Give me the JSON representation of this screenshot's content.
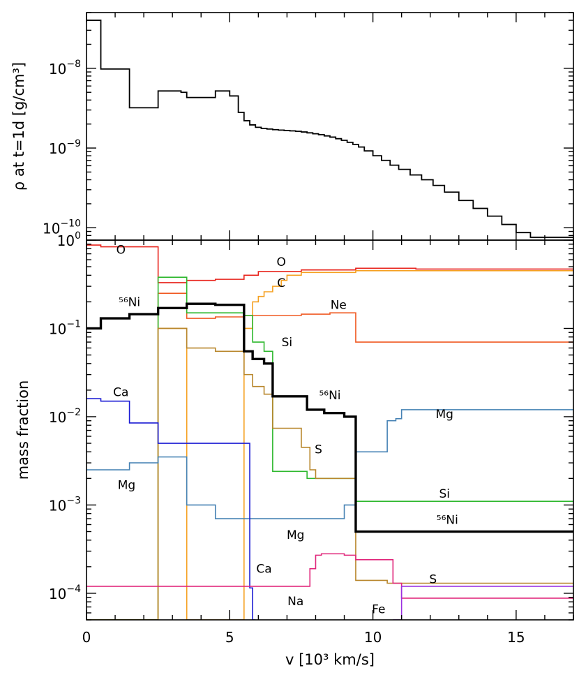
{
  "chart_data": [
    {
      "type": "line",
      "step": true,
      "ylabel": "ρ at t=1d [g/cm³]",
      "yscale": "log",
      "xlim": [
        0,
        17
      ],
      "ylim": [
        7e-11,
        5e-08
      ],
      "grid": false,
      "yticks": [
        {
          "value": 1e-10,
          "label": "10",
          "exp": "−10"
        },
        {
          "value": 1e-09,
          "label": "10",
          "exp": "−9"
        },
        {
          "value": 1e-08,
          "label": "10",
          "exp": "−8"
        }
      ],
      "series": [
        {
          "color": "#000000",
          "edges": [
            0,
            0.5,
            1.5,
            2.5,
            3.3,
            3.5,
            4.5,
            5.0,
            5.3,
            5.5,
            5.7,
            5.9,
            6.1,
            6.3,
            6.5,
            6.7,
            6.9,
            7.1,
            7.3,
            7.5,
            7.7,
            7.9,
            8.1,
            8.3,
            8.5,
            8.7,
            8.9,
            9.1,
            9.3,
            9.5,
            9.7,
            10.0,
            10.3,
            10.6,
            10.9,
            11.3,
            11.7,
            12.1,
            12.5,
            13.0,
            13.5,
            14.0,
            14.5,
            15.0,
            15.5,
            16.0
          ],
          "values": [
            4e-08,
            9.8e-09,
            3.2e-09,
            5.2e-09,
            5e-09,
            4.3e-09,
            5.2e-09,
            4.5e-09,
            2.8e-09,
            2.2e-09,
            1.95e-09,
            1.82e-09,
            1.76e-09,
            1.73e-09,
            1.7e-09,
            1.68e-09,
            1.66e-09,
            1.64e-09,
            1.62e-09,
            1.59e-09,
            1.55e-09,
            1.51e-09,
            1.47e-09,
            1.42e-09,
            1.37e-09,
            1.31e-09,
            1.25e-09,
            1.18e-09,
            1.11e-09,
            1.03e-09,
            9.2e-10,
            8e-10,
            7e-10,
            6.1e-10,
            5.4e-10,
            4.6e-10,
            4e-10,
            3.4e-10,
            2.8e-10,
            2.2e-10,
            1.75e-10,
            1.4e-10,
            1.1e-10,
            8.7e-11,
            7.6e-11,
            7.6e-11
          ],
          "end": 17
        }
      ]
    },
    {
      "type": "line",
      "step": true,
      "xlabel": "v [10³ km/s]",
      "ylabel": "mass fraction",
      "yscale": "log",
      "xlim": [
        0,
        17
      ],
      "ylim": [
        5e-05,
        1
      ],
      "grid": false,
      "xticks": [
        {
          "value": 0,
          "label": "0"
        },
        {
          "value": 5,
          "label": "5"
        },
        {
          "value": 10,
          "label": "10"
        },
        {
          "value": 15,
          "label": "15"
        }
      ],
      "yticks": [
        {
          "value": 0.0001,
          "label": "10",
          "exp": "−4"
        },
        {
          "value": 0.001,
          "label": "10",
          "exp": "−3"
        },
        {
          "value": 0.01,
          "label": "10",
          "exp": "−2"
        },
        {
          "value": 0.1,
          "label": "10",
          "exp": "−1"
        },
        {
          "value": 1,
          "label": "10",
          "exp": "0"
        }
      ],
      "series": [
        {
          "name": "O",
          "color": "#e8221a",
          "width": 1.6,
          "edges": [
            0,
            0.5,
            2.5,
            3.5,
            4.5,
            5.5,
            6.0,
            7.5,
            9.4,
            11.5
          ],
          "values": [
            0.88,
            0.84,
            0.33,
            0.35,
            0.36,
            0.4,
            0.44,
            0.46,
            0.48,
            0.47
          ],
          "end": 17
        },
        {
          "name": "C",
          "color": "#f5a020",
          "width": 1.6,
          "edges": [
            0,
            2.5,
            3.5,
            5.5,
            5.8,
            6.0,
            6.2,
            6.5,
            6.8,
            7.0,
            7.5,
            9.4
          ],
          "values": [
            0,
            0.1,
            1e-06,
            0.1,
            0.2,
            0.23,
            0.26,
            0.3,
            0.35,
            0.4,
            0.43,
            0.45
          ],
          "end": 17
        },
        {
          "name": "Ne",
          "color": "#f05a23",
          "width": 1.6,
          "edges": [
            0,
            2.5,
            3.5,
            4.5,
            5.5,
            7.5,
            8.5,
            9.4
          ],
          "values": [
            0,
            0.25,
            0.13,
            0.135,
            0.14,
            0.145,
            0.15,
            0.07
          ],
          "end": 17
        },
        {
          "name": "Si",
          "color": "#2eb82e",
          "width": 1.6,
          "edges": [
            0,
            2.5,
            3.5,
            5.5,
            5.8,
            6.2,
            6.5,
            7.7,
            9.4
          ],
          "values": [
            0,
            0.38,
            0.15,
            0.14,
            0.07,
            0.055,
            0.0024,
            0.002,
            0.0011
          ],
          "end": 17
        },
        {
          "name": "S",
          "color": "#b8862b",
          "width": 1.6,
          "edges": [
            0,
            2.5,
            3.5,
            4.5,
            5.5,
            5.8,
            6.2,
            6.5,
            7.5,
            7.8,
            8.0,
            9.4,
            10.5
          ],
          "values": [
            0,
            0.1,
            0.06,
            0.055,
            0.03,
            0.022,
            0.018,
            0.0074,
            0.0045,
            0.0025,
            0.002,
            0.00014,
            0.00013
          ],
          "end": 17
        },
        {
          "name": "Mg",
          "color": "#4682b4",
          "width": 1.6,
          "edges": [
            0,
            1.5,
            2.5,
            3.5,
            4.5,
            6.5,
            9.0,
            9.4,
            10.5,
            10.8,
            11.0
          ],
          "values": [
            0.0025,
            0.003,
            0.0035,
            0.001,
            0.0007,
            0.0007,
            0.001,
            0.004,
            0.009,
            0.0095,
            0.012
          ],
          "end": 17
        },
        {
          "name": "Ca",
          "color": "#1c1cd4",
          "width": 1.6,
          "edges": [
            0,
            0.5,
            1.5,
            2.5,
            5.7,
            5.8
          ],
          "values": [
            0.016,
            0.015,
            0.0085,
            0.005,
            0.000115,
            1e-07
          ],
          "end": 5.9
        },
        {
          "name": "Na",
          "color": "#e0257a",
          "width": 1.6,
          "edges": [
            0,
            4.5,
            7.8,
            8.0,
            8.2,
            9.0,
            9.4,
            10.7,
            11.0
          ],
          "values": [
            0.00012,
            0.00012,
            0.00019,
            0.00027,
            0.00028,
            0.00027,
            0.00024,
            0.00013,
            8.8e-05
          ],
          "end": 17
        },
        {
          "name": "Fe",
          "color": "#9a30e0",
          "width": 1.6,
          "edges": [
            10.7,
            11.0
          ],
          "values": [
            1e-07,
            0.00012
          ],
          "end": 17,
          "startAt": 10.7
        },
        {
          "name": "⁵⁶Ni",
          "color": "#000000",
          "width": 3.4,
          "edges": [
            0,
            0.5,
            1.5,
            2.5,
            3.5,
            4.5,
            5.5,
            5.8,
            6.2,
            6.5,
            7.7,
            8.3,
            9.0,
            9.4
          ],
          "values": [
            0.1,
            0.13,
            0.145,
            0.17,
            0.19,
            0.185,
            0.055,
            0.045,
            0.04,
            0.017,
            0.012,
            0.011,
            0.01,
            0.0005
          ],
          "end": 17
        }
      ],
      "annotations": [
        {
          "text": "O",
          "x": 1.2,
          "y": 0.78
        },
        {
          "text": "O",
          "x": 6.8,
          "y": 0.57
        },
        {
          "text": "C",
          "x": 6.8,
          "y": 0.33
        },
        {
          "text": "Ne",
          "x": 8.8,
          "y": 0.185
        },
        {
          "text": "⁵⁶Ni",
          "x": 1.5,
          "y": 0.2
        },
        {
          "text": "Si",
          "x": 7.0,
          "y": 0.07
        },
        {
          "text": "⁵⁶Ni",
          "x": 8.5,
          "y": 0.0175
        },
        {
          "text": "Ca",
          "x": 1.2,
          "y": 0.019
        },
        {
          "text": "Mg",
          "x": 12.5,
          "y": 0.0107
        },
        {
          "text": "S",
          "x": 8.1,
          "y": 0.0043
        },
        {
          "text": "Mg",
          "x": 1.4,
          "y": 0.0017
        },
        {
          "text": "Si",
          "x": 12.5,
          "y": 0.00135
        },
        {
          "text": "⁵⁶Ni",
          "x": 12.6,
          "y": 0.00068
        },
        {
          "text": "Mg",
          "x": 7.3,
          "y": 0.00046
        },
        {
          "text": "Ca",
          "x": 6.2,
          "y": 0.00019
        },
        {
          "text": "Na",
          "x": 7.3,
          "y": 8.2e-05
        },
        {
          "text": "S",
          "x": 12.1,
          "y": 0.000145
        },
        {
          "text": "Fe",
          "x": 10.2,
          "y": 6.6e-05
        }
      ]
    }
  ]
}
